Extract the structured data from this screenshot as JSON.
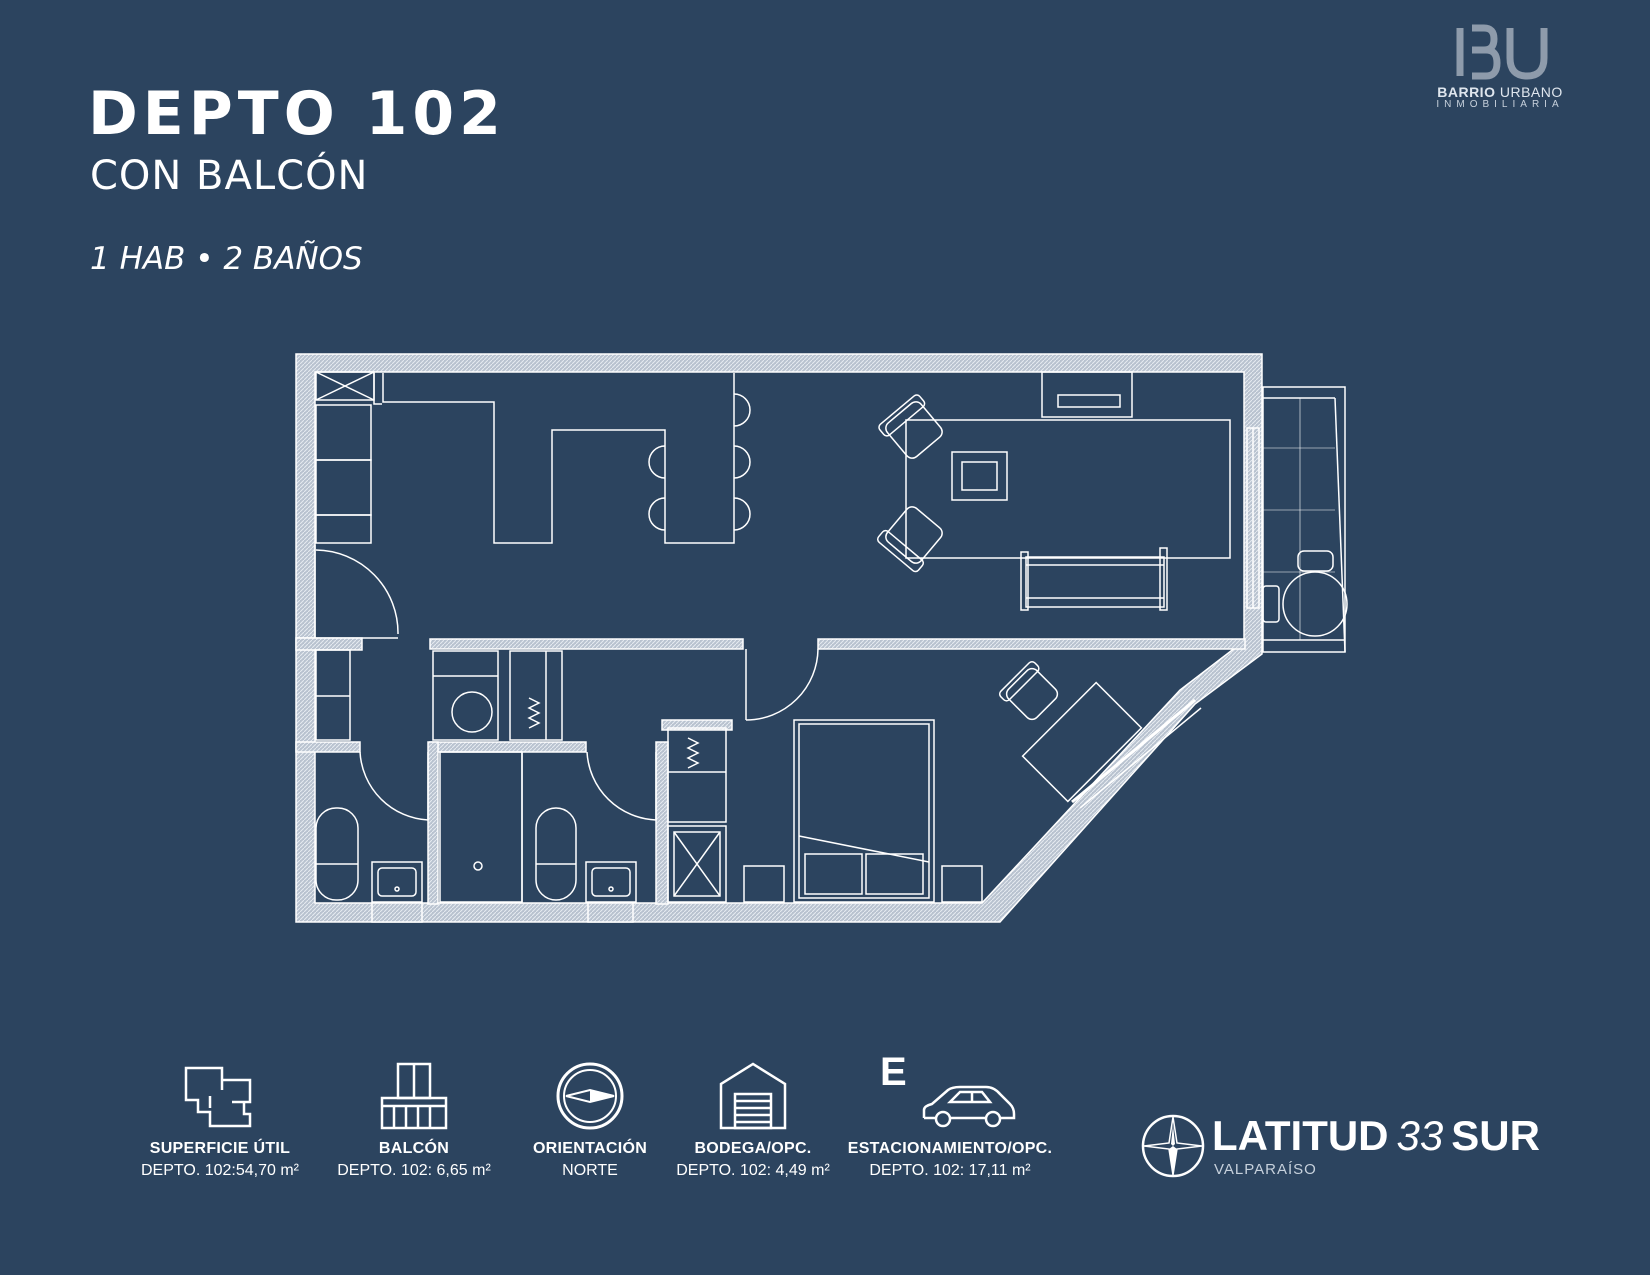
{
  "header": {
    "title": "DEPTO 102",
    "subtitle": "CON BALCÓN",
    "specs": "1 HAB • 2 BAÑOS"
  },
  "logo": {
    "mark": "BU",
    "line1_bold": "BARRIO",
    "line1_rest": " URBANO",
    "line2": "INMOBILIARIA"
  },
  "features": [
    {
      "icon": "floorplan-icon",
      "label": "SUPERFICIE ÚTIL",
      "value": "DEPTO. 102:54,70 m²"
    },
    {
      "icon": "balcony-icon",
      "label": "BALCÓN",
      "value": "DEPTO. 102: 6,65 m²"
    },
    {
      "icon": "compass-icon",
      "label": "ORIENTACIÓN",
      "value": "NORTE"
    },
    {
      "icon": "garage-icon",
      "label": "BODEGA/OPC.",
      "value": "DEPTO. 102: 4,49 m²"
    },
    {
      "icon": "car-icon",
      "label": "ESTACIONAMIENTO/OPC.",
      "value": "DEPTO. 102:  17,11 m²",
      "badge": "E"
    }
  ],
  "brand": {
    "name_part1": "LATITUD",
    "name_number": "33",
    "name_part2": "SUR",
    "location": "VALPARAÍSO"
  },
  "colors": {
    "background": "#2c445f",
    "line": "#ffffff",
    "wall_fill": "#c9d1db"
  }
}
